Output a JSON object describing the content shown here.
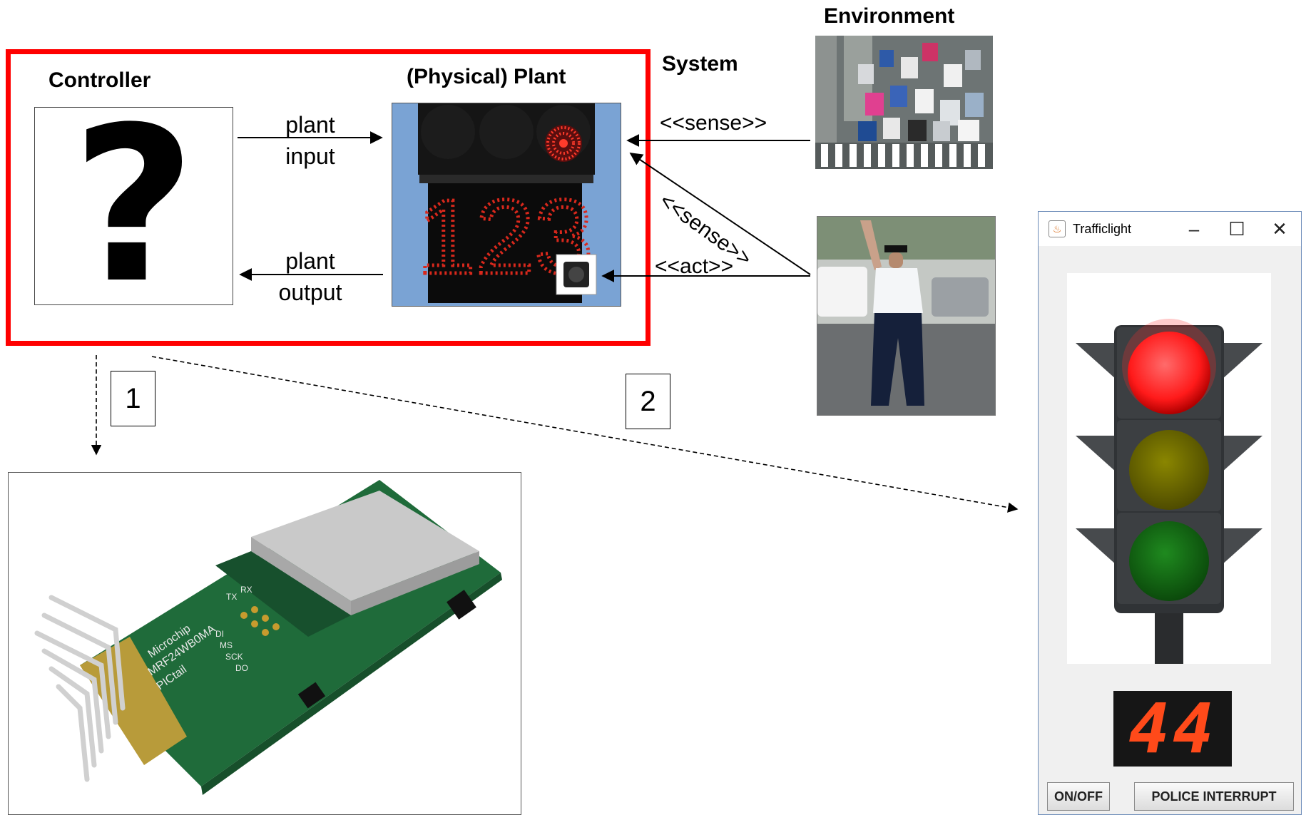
{
  "headings": {
    "environment": "Environment",
    "system": "System",
    "controller": "Controller",
    "plant": "(Physical) Plant"
  },
  "edges": {
    "plant_input": [
      "plant",
      "input"
    ],
    "plant_output": [
      "plant",
      "output"
    ],
    "sense_traffic": "<<sense>>",
    "sense_police": "<<sense>>",
    "act_police": "<<act>>"
  },
  "markers": {
    "one": "1",
    "two": "2"
  },
  "controller_symbol": "?",
  "plant_display": "123",
  "module_labels": {
    "brand": "Microchip",
    "model": "MRF24WB0MA",
    "board": "PICtail",
    "pins": [
      "TX",
      "RX",
      "DI",
      "MS",
      "SCK",
      "DO"
    ]
  },
  "app_window": {
    "title": "Trafficlight",
    "counter": "44",
    "buttons": {
      "on_off": "ON/OFF",
      "police": "POLICE INTERRUPT"
    },
    "lights": {
      "red": "#ff2020",
      "yellow": "#6e6b00",
      "green": "#116a11"
    }
  },
  "colors": {
    "system_border": "#ff0000",
    "plant_sky": "#7aa3d4",
    "pcb": "#1f6b3a",
    "display_led": "#ff3020"
  }
}
